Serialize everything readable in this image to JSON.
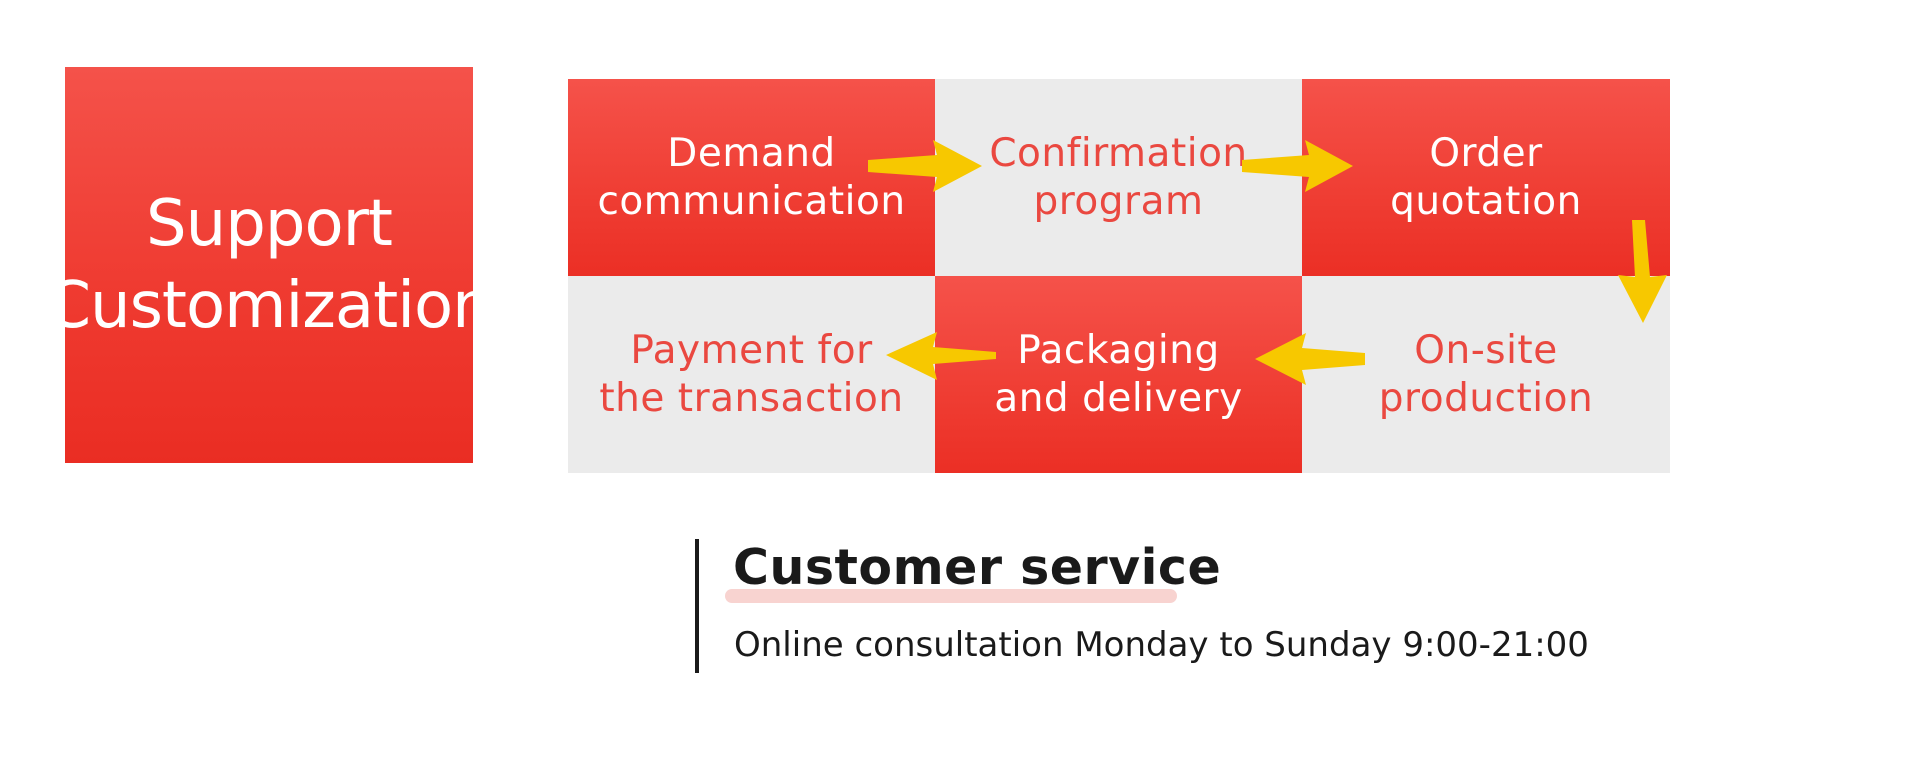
{
  "support": {
    "line1": "Support",
    "line2": "Customization"
  },
  "steps": [
    {
      "line1": "Demand",
      "line2": "communication",
      "style": "red"
    },
    {
      "line1": "Confirmation",
      "line2": "program",
      "style": "grey"
    },
    {
      "line1": "Order",
      "line2": "quotation",
      "style": "red"
    },
    {
      "line1": "On-site",
      "line2": "production",
      "style": "grey"
    },
    {
      "line1": "Packaging",
      "line2": "and delivery",
      "style": "red"
    },
    {
      "line1": "Payment for",
      "line2": "the transaction",
      "style": "grey"
    }
  ],
  "colors": {
    "red": "#ef3b31",
    "grey": "#ebebeb",
    "arrow": "#f7c800",
    "accent_text": "#ea4840"
  },
  "customer_service": {
    "title": "Customer service",
    "hours": "Online consultation Monday to Sunday 9:00-21:00"
  }
}
